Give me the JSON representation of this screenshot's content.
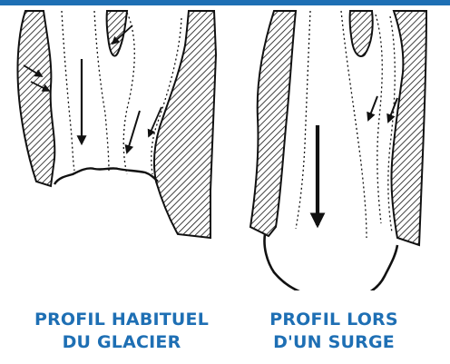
{
  "captions": {
    "normal": {
      "line1": "PROFIL HABITUEL",
      "line2": "DU GLACIER"
    },
    "surge": {
      "line1": "PROFIL LORS",
      "line2": "D'UN SURGE"
    }
  },
  "colors": {
    "caption": "#1e6fb4",
    "top_bar": "#1e6fb4",
    "ink": "#111111",
    "background": "#ffffff"
  }
}
